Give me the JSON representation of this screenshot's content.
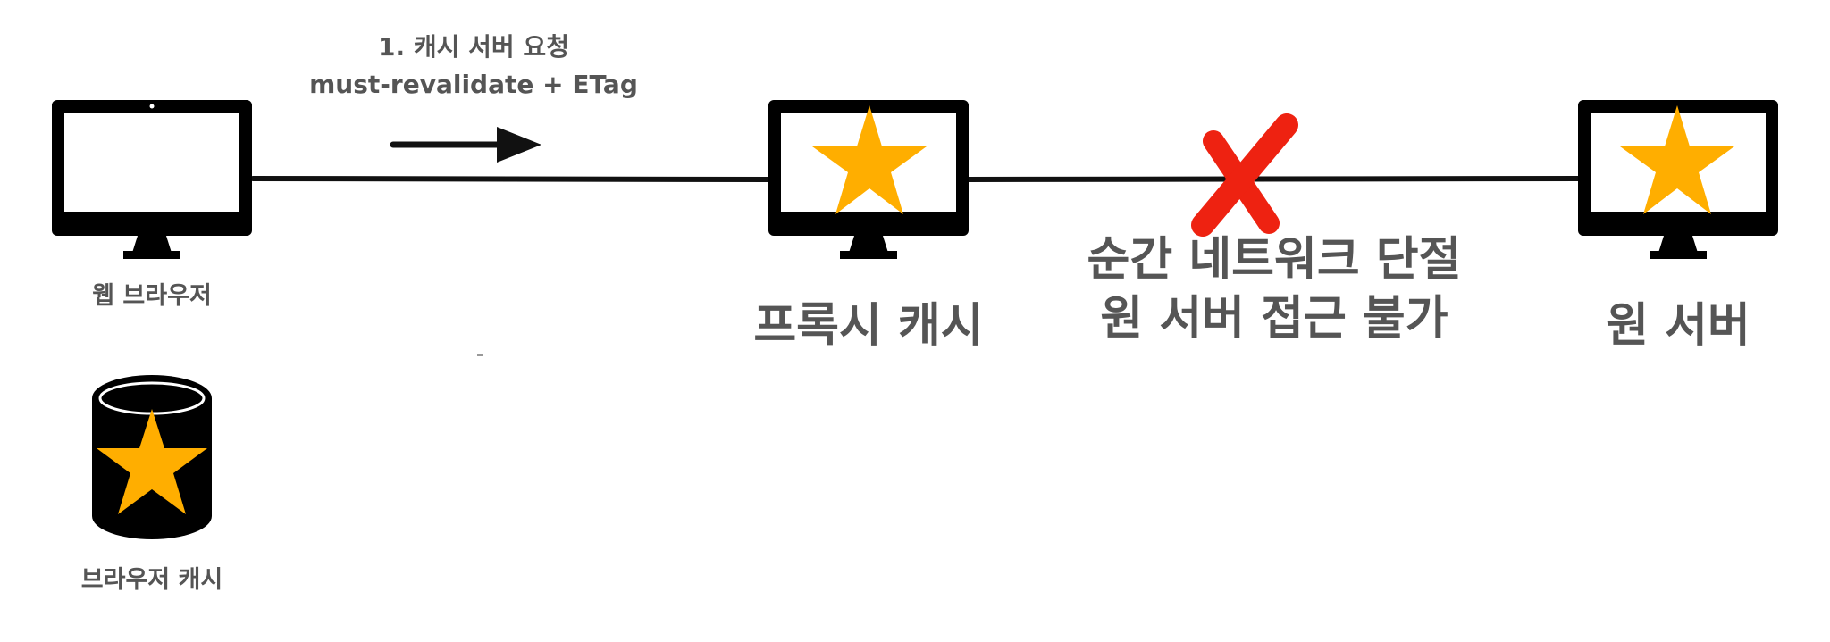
{
  "labels": {
    "browser": "웹 브라우저",
    "browser_cache": "브라우저 캐시",
    "proxy_cache": "프록시 캐시",
    "origin_server": "원 서버"
  },
  "request": {
    "line1": "1. 캐시 서버 요청",
    "line2": "must-revalidate + ETag"
  },
  "failure": {
    "line1": "순간 네트워크 단절",
    "line2": "원 서버 접근 불가"
  },
  "colors": {
    "star": "#FFAE00",
    "cross": "#EE2211",
    "device": "#000000",
    "text": "#555555"
  },
  "icons": [
    "monitor-icon",
    "star-icon",
    "database-icon",
    "arrow-right-icon",
    "cross-icon"
  ]
}
